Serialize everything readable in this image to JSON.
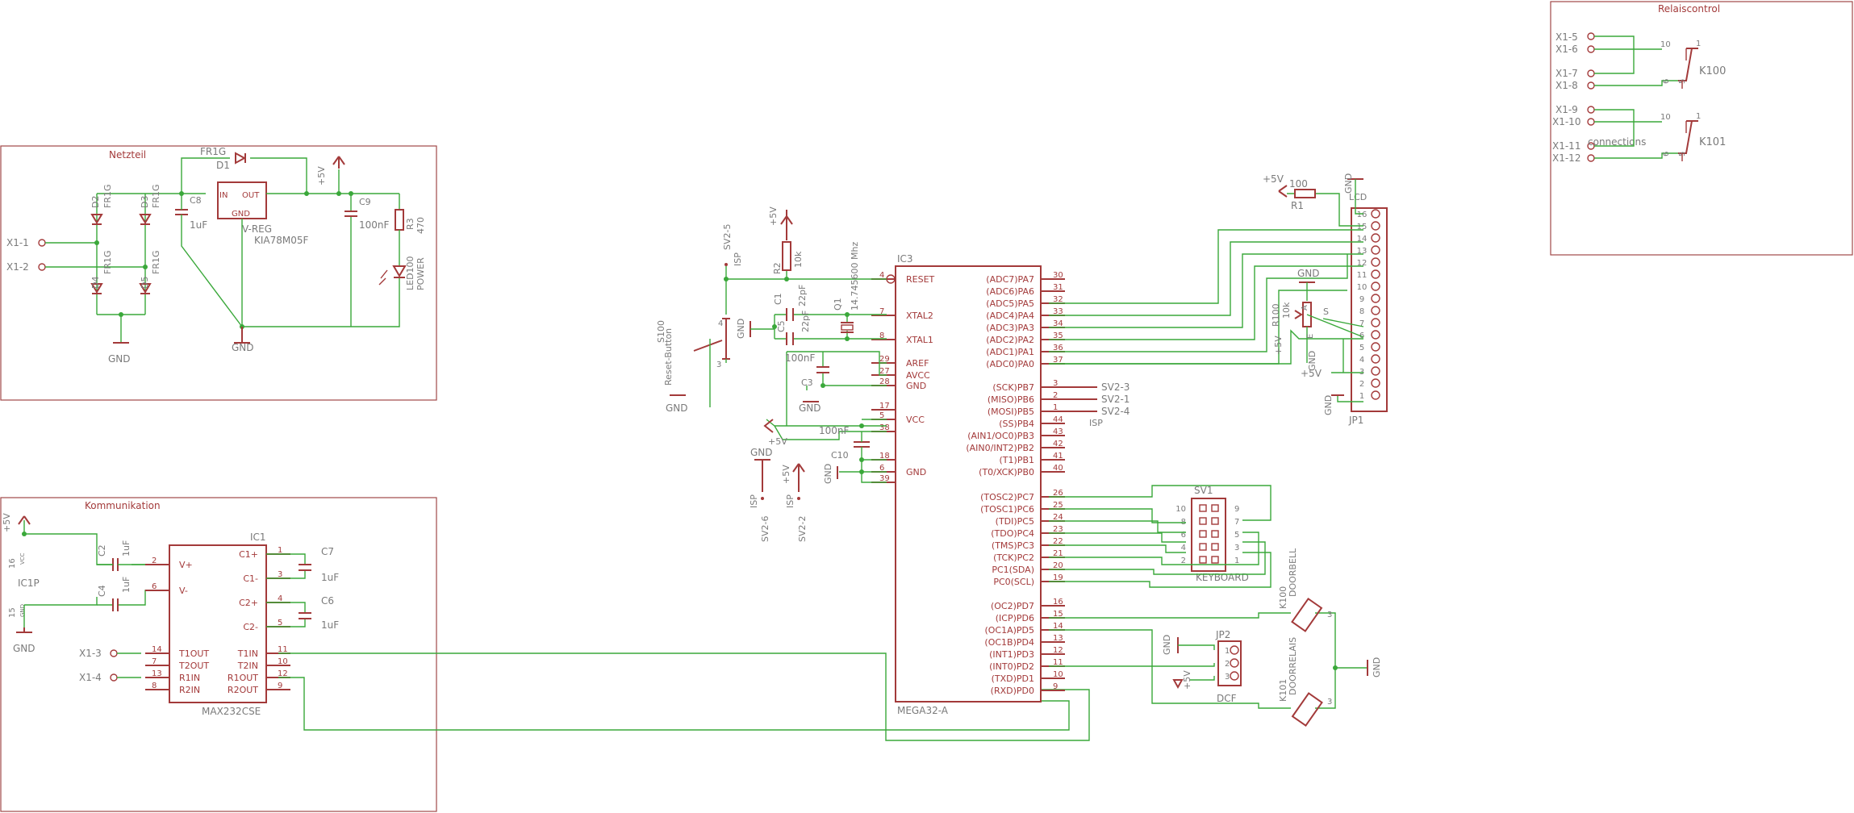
{
  "frames": {
    "netzteil": "Netzteil",
    "kommunikation": "Kommunikation",
    "relaiscontrol": "Relaiscontrol"
  },
  "connectors": {
    "x1_1": "X1-1",
    "x1_2": "X1-2",
    "x1_3": "X1-3",
    "x1_4": "X1-4",
    "x1_5": "X1-5",
    "x1_6": "X1-6",
    "x1_7": "X1-7",
    "x1_8": "X1-8",
    "x1_9": "X1-9",
    "x1_10": "X1-10",
    "x1_11": "X1-11",
    "x1_12": "X1-12",
    "connections": "connections"
  },
  "power": {
    "gnd": "GND",
    "vcc": "+5V"
  },
  "netzteil": {
    "d1": "D1",
    "d1_val": "FR1G",
    "d2": "D2",
    "d3": "D3",
    "d4": "D4",
    "d5": "D5",
    "diode_val": "FR1G",
    "c8": "C8",
    "c8_val": "1uF",
    "c9": "C9",
    "c9_val": "100nF",
    "vreg_in": "IN",
    "vreg_out": "OUT",
    "vreg_gnd": "GND",
    "vreg": "V-REG",
    "vreg_val": "KIA78M05F",
    "r3": "R3",
    "r3_val": "470",
    "led": "LED100",
    "led_val": "POWER"
  },
  "kommunikation": {
    "ic1": "IC1",
    "ic1_val": "MAX232CSE",
    "ic1p": "IC1P",
    "c2": "C2",
    "c2_val": "1uF",
    "c4": "C4",
    "c4_val": "1uF",
    "c6": "C6",
    "c6_val": "1uF",
    "c7": "C7",
    "c7_val": "1uF",
    "pin16": "16",
    "pin15": "15",
    "vcc_lbl": "VCC",
    "gnd_lbl": "GND",
    "left_pins": [
      {
        "num": "2",
        "name": "V+"
      },
      {
        "num": "6",
        "name": "V-"
      },
      {
        "num": "14",
        "name": "T1OUT"
      },
      {
        "num": "7",
        "name": "T2OUT"
      },
      {
        "num": "13",
        "name": "R1IN"
      },
      {
        "num": "8",
        "name": "R2IN"
      }
    ],
    "right_pins": [
      {
        "num": "1",
        "name": "C1+"
      },
      {
        "num": "3",
        "name": "C1-"
      },
      {
        "num": "4",
        "name": "C2+"
      },
      {
        "num": "5",
        "name": "C2-"
      },
      {
        "num": "11",
        "name": "T1IN"
      },
      {
        "num": "10",
        "name": "T2IN"
      },
      {
        "num": "12",
        "name": "R1OUT"
      },
      {
        "num": "9",
        "name": "R2OUT"
      }
    ]
  },
  "mcu": {
    "ic3": "IC3",
    "name": "MEGA32-A",
    "left_pins": [
      {
        "num": "4",
        "name": "RESET"
      },
      {
        "num": "7",
        "name": "XTAL2"
      },
      {
        "num": "8",
        "name": "XTAL1"
      },
      {
        "num": "29",
        "name": "AREF"
      },
      {
        "num": "27",
        "name": "AVCC"
      },
      {
        "num": "28",
        "name": "GND"
      },
      {
        "num": "17",
        "name": ""
      },
      {
        "num": "5",
        "name": "VCC"
      },
      {
        "num": "38",
        "name": ""
      },
      {
        "num": "18",
        "name": ""
      },
      {
        "num": "6",
        "name": "GND"
      },
      {
        "num": "39",
        "name": ""
      }
    ],
    "right_pins": [
      {
        "num": "30",
        "name": "(ADC7)PA7"
      },
      {
        "num": "31",
        "name": "(ADC6)PA6"
      },
      {
        "num": "32",
        "name": "(ADC5)PA5"
      },
      {
        "num": "33",
        "name": "(ADC4)PA4"
      },
      {
        "num": "34",
        "name": "(ADC3)PA3"
      },
      {
        "num": "35",
        "name": "(ADC2)PA2"
      },
      {
        "num": "36",
        "name": "(ADC1)PA1"
      },
      {
        "num": "37",
        "name": "(ADC0)PA0"
      },
      {
        "num": "3",
        "name": "(SCK)PB7"
      },
      {
        "num": "2",
        "name": "(MISO)PB6"
      },
      {
        "num": "1",
        "name": "(MOSI)PB5"
      },
      {
        "num": "44",
        "name": "(SS)PB4"
      },
      {
        "num": "43",
        "name": "(AIN1/OC0)PB3"
      },
      {
        "num": "42",
        "name": "(AIN0/INT2)PB2"
      },
      {
        "num": "41",
        "name": "(T1)PB1"
      },
      {
        "num": "40",
        "name": "(T0/XCK)PB0"
      },
      {
        "num": "26",
        "name": "(TOSC2)PC7"
      },
      {
        "num": "25",
        "name": "(TOSC1)PC6"
      },
      {
        "num": "24",
        "name": "(TDI)PC5"
      },
      {
        "num": "23",
        "name": "(TDO)PC4"
      },
      {
        "num": "22",
        "name": "(TMS)PC3"
      },
      {
        "num": "21",
        "name": "(TCK)PC2"
      },
      {
        "num": "20",
        "name": "PC1(SDA)"
      },
      {
        "num": "19",
        "name": "PC0(SCL)"
      },
      {
        "num": "16",
        "name": "(OC2)PD7"
      },
      {
        "num": "15",
        "name": "(ICP)PD6"
      },
      {
        "num": "14",
        "name": "(OC1A)PD5"
      },
      {
        "num": "13",
        "name": "(OC1B)PD4"
      },
      {
        "num": "12",
        "name": "(INT1)PD3"
      },
      {
        "num": "11",
        "name": "(INT0)PD2"
      },
      {
        "num": "10",
        "name": "(TXD)PD1"
      },
      {
        "num": "9",
        "name": "(RXD)PD0"
      }
    ]
  },
  "mcu_periph": {
    "r2": "R2",
    "r2_val": "10k",
    "sv2_5": "SV2-5",
    "isp": "ISP",
    "c1": "C1",
    "c1_val": "22pF",
    "c5": "C5",
    "c5_val": "22pF",
    "q1": "Q1",
    "q1_val": "14.745600 Mhz",
    "c3": "C3",
    "c3_val": "100nF",
    "c10": "C10",
    "c10_val": "100nF",
    "s100": "S100",
    "s100_val": "Reset-Button",
    "pin4": "4",
    "pin3": "3",
    "sv2_6": "SV2-6",
    "sv2_2": "SV2-2",
    "sv2_3": "SV2-3",
    "sv2_1": "SV2-1",
    "sv2_4": "SV2-4"
  },
  "lcd": {
    "r1": "R1",
    "r1_val": "100",
    "r100": "R100",
    "r100_val": "10k",
    "wiper": "S",
    "a_lbl": "A",
    "e_lbl": "E",
    "lcd_name": "LCD",
    "jp1": "JP1",
    "pins": [
      "16",
      "15",
      "14",
      "13",
      "12",
      "11",
      "10",
      "9",
      "8",
      "7",
      "6",
      "5",
      "4",
      "3",
      "2",
      "1"
    ]
  },
  "keyboard": {
    "sv1": "SV1",
    "name": "KEYBOARD",
    "left_nums": [
      "10",
      "8",
      "6",
      "4",
      "2"
    ],
    "right_nums": [
      "9",
      "7",
      "5",
      "3",
      "1"
    ]
  },
  "dcf": {
    "jp2": "JP2",
    "name": "DCF",
    "pins": [
      "1",
      "2",
      "3"
    ]
  },
  "relays_drive": {
    "k100": "K100",
    "k100_val": "DOORBELL",
    "k101": "K101",
    "k101_val": "DOORRELAIS",
    "coil_pin": "3"
  },
  "relaiscontrol": {
    "k100": "K100",
    "k101": "K101",
    "pin10": "10",
    "pin1": "1",
    "pin6": "6",
    "pin5": "5"
  }
}
